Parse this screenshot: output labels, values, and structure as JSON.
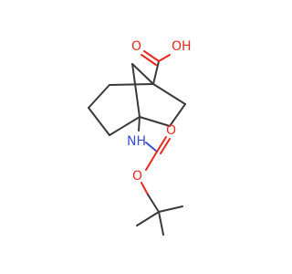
{
  "molecule": {
    "atoms": {
      "o_carbonyl_acid": "O",
      "oh_acid": "OH",
      "nh": "NH",
      "o_carbonyl_boc": "O",
      "o_ester_boc": "O"
    }
  },
  "colors": {
    "bond": "#3a3a3a",
    "oxygen": "#e8281e",
    "nitrogen": "#3c4fd4"
  }
}
